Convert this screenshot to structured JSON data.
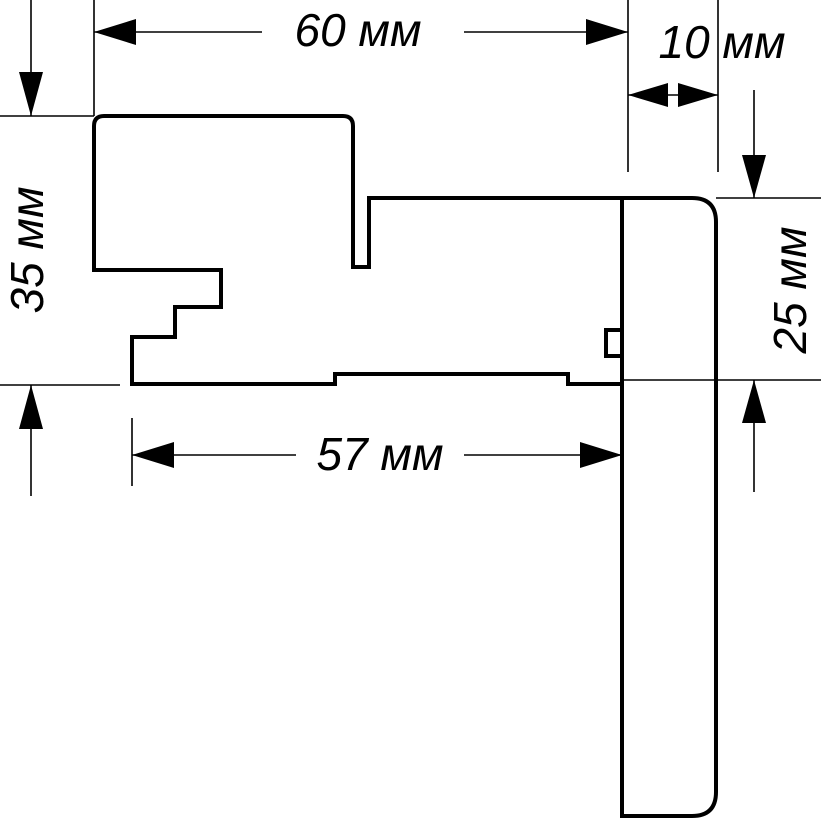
{
  "dimensions": {
    "frame_width": "60 мм",
    "casing_thickness": "10 мм",
    "frame_height": "35 мм",
    "casing_offset": "25 мм",
    "frame_depth": "57 мм"
  },
  "colors": {
    "line": "#000000",
    "background": "#ffffff"
  }
}
